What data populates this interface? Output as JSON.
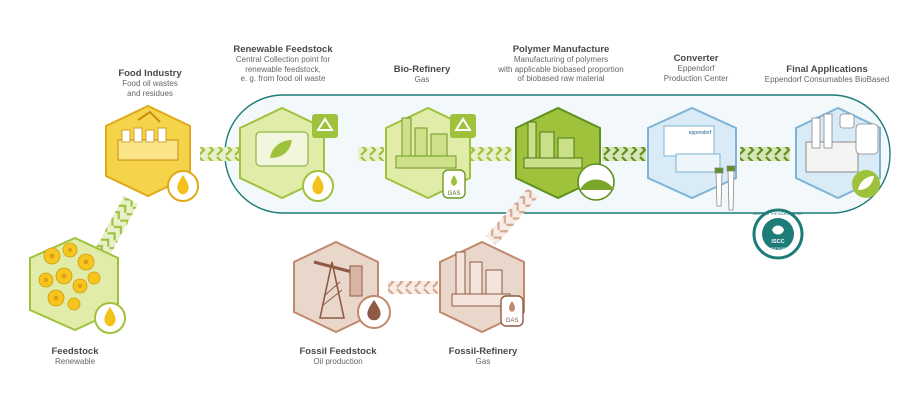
{
  "stages": {
    "feedstock": {
      "title": "Feedstock",
      "subtitle": "Renewable"
    },
    "food_industry": {
      "title": "Food Industry",
      "subtitle": "Food oil wastes\nand residues"
    },
    "renewable_feedstock": {
      "title": "Renewable Feedstock",
      "subtitle": "Central Collection point for\nrenewable feedstock,\ne. g. from food oil waste"
    },
    "bio_refinery": {
      "title": "Bio-Refinery",
      "subtitle": "Gas"
    },
    "polymer_manufacture": {
      "title": "Polymer Manufacture",
      "subtitle": "Manufacturing of polymers\nwith applicable biobased proportion\nof biobased raw material"
    },
    "converter": {
      "title": "Converter",
      "subtitle": "Eppendorf\nProduction Center"
    },
    "final_applications": {
      "title": "Final Applications",
      "subtitle": "Eppendorf Consumables BioBased"
    },
    "fossil_feedstock": {
      "title": "Fossil Feedstock",
      "subtitle": "Oil production"
    },
    "fossil_refinery": {
      "title": "Fossil-Refinery",
      "subtitle": "Gas"
    }
  },
  "badges": {
    "gas_bio": "GAS",
    "gas_fossil": "GAS",
    "eppendorf_logo": "eppendorf",
    "iscc_ring": "MEETING THE BIOECONOMY",
    "iscc_name": "ISCC",
    "iscc_sub": "CERTIFIED"
  },
  "colors": {
    "renewable_green": "#9fc23c",
    "light_green": "#cfe08a",
    "dark_green": "#5f9020",
    "yellow": "#f2c21a",
    "converter_blue": "#bfdcef",
    "fossil_brown": "#c0896e",
    "fossil_light": "#ead7cb",
    "teal": "#1d7b78"
  },
  "icons": [
    "oil-drop-icon",
    "recycle-icon",
    "gas-canister-icon",
    "leaf-icon",
    "iscc-seal-icon"
  ]
}
